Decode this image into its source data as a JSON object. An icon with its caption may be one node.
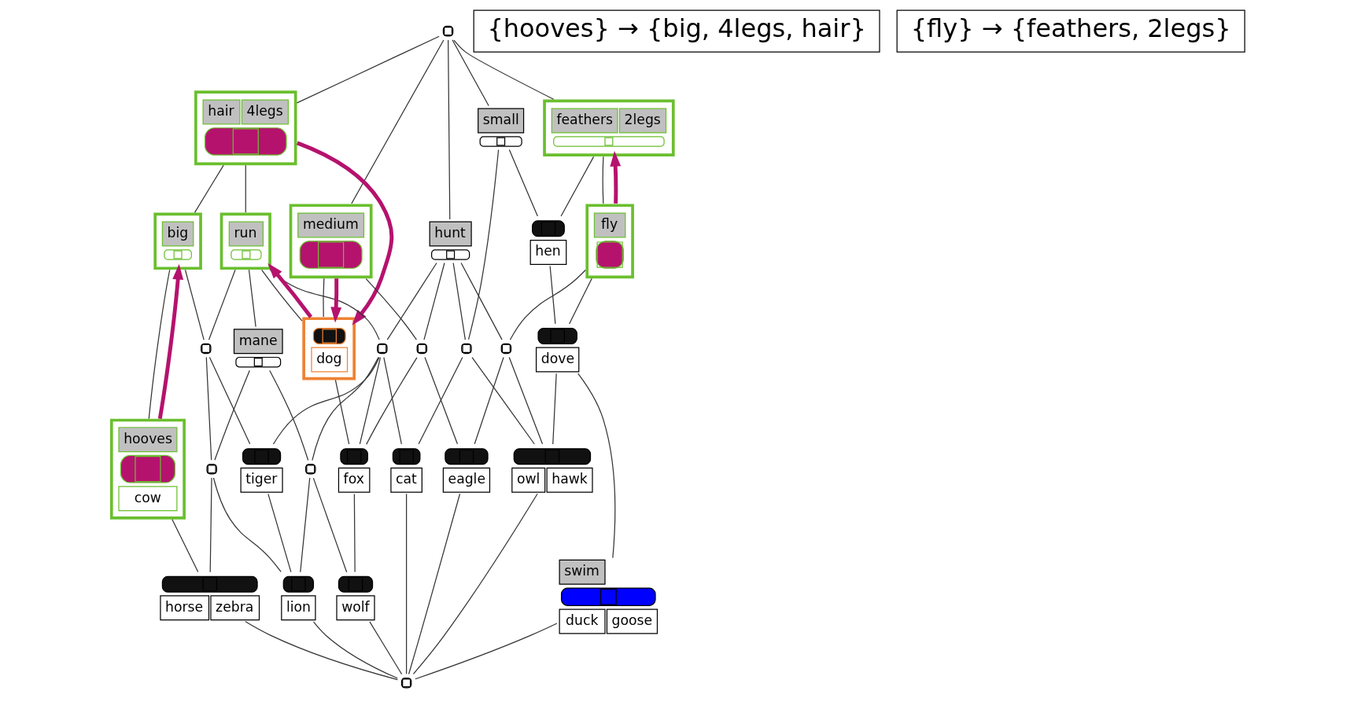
{
  "diagram": {
    "nodes": [
      {
        "text": [],
        "shape": "circle"
      },
      {
        "text": [
          "hair",
          "4legs"
        ]
      },
      {
        "text": [
          "big"
        ]
      },
      {
        "text": [
          "run"
        ]
      },
      {
        "text": [
          "medium"
        ]
      },
      {
        "text": [
          "hunt"
        ]
      },
      {
        "text": [
          "small"
        ]
      },
      {
        "text": [
          "feathers",
          "2legs"
        ]
      },
      {
        "text": [
          "mane"
        ]
      },
      {
        "text": [],
        "shape": "circle"
      },
      {
        "text": [],
        "shape": "circle"
      },
      {
        "text": [
          "dog"
        ]
      },
      {
        "text": [],
        "shape": "circle"
      },
      {
        "text": [
          "fly"
        ]
      },
      {
        "text": [
          "hen"
        ]
      },
      {
        "text": [
          "hooves",
          "cow"
        ]
      },
      {
        "text": [],
        "shape": "circle"
      },
      {
        "text": [
          "tiger"
        ]
      },
      {
        "text": [],
        "shape": "circle"
      },
      {
        "text": [
          "fox"
        ]
      },
      {
        "text": [],
        "shape": "circle"
      },
      {
        "text": [],
        "shape": "circle"
      },
      {
        "text": [
          "dove"
        ]
      },
      {
        "text": [
          "horse",
          "zebra"
        ]
      },
      {
        "text": [
          "lion"
        ]
      },
      {
        "text": [
          "wolf"
        ]
      },
      {
        "text": [
          "cat"
        ]
      },
      {
        "text": [
          "eagle"
        ]
      },
      {
        "text": [
          "owl",
          "hawk"
        ]
      },
      {
        "text": [
          "swim",
          "duck",
          "goose"
        ]
      },
      {
        "text": [],
        "shape": "circle"
      }
    ],
    "edges": [
      {
        "from": 0,
        "to": 1,
        "arrow": "none"
      },
      {
        "from": 0,
        "to": 4,
        "arrow": "none"
      },
      {
        "from": 0,
        "to": 5,
        "arrow": "none"
      },
      {
        "from": 0,
        "to": 6,
        "arrow": "none"
      },
      {
        "from": 0,
        "to": 7,
        "arrow": "none"
      },
      {
        "from": 1,
        "to": 2,
        "arrow": "none"
      },
      {
        "from": 1,
        "to": 3,
        "arrow": "none"
      },
      {
        "from": 2,
        "to": 9,
        "arrow": "none"
      },
      {
        "from": 2,
        "to": 15,
        "arrow": "none"
      },
      {
        "from": 3,
        "to": 9,
        "arrow": "none"
      },
      {
        "from": 3,
        "to": 8,
        "arrow": "none"
      },
      {
        "from": 3,
        "to": 10,
        "arrow": "none"
      },
      {
        "from": 3,
        "to": 11,
        "arrow": "none"
      },
      {
        "from": 4,
        "to": 11,
        "arrow": "none"
      },
      {
        "from": 4,
        "to": 12,
        "arrow": "none"
      },
      {
        "from": 5,
        "to": 10,
        "arrow": "none"
      },
      {
        "from": 5,
        "to": 12,
        "arrow": "none"
      },
      {
        "from": 5,
        "to": 20,
        "arrow": "none"
      },
      {
        "from": 5,
        "to": 21,
        "arrow": "none"
      },
      {
        "from": 6,
        "to": 20,
        "arrow": "none"
      },
      {
        "from": 6,
        "to": 14,
        "arrow": "none"
      },
      {
        "from": 7,
        "to": 13,
        "arrow": "none"
      },
      {
        "from": 7,
        "to": 14,
        "arrow": "none"
      },
      {
        "from": 8,
        "to": 16,
        "arrow": "none"
      },
      {
        "from": 8,
        "to": 18,
        "arrow": "none"
      },
      {
        "from": 9,
        "to": 16,
        "arrow": "none"
      },
      {
        "from": 9,
        "to": 17,
        "arrow": "none"
      },
      {
        "from": 10,
        "to": 17,
        "arrow": "none"
      },
      {
        "from": 10,
        "to": 18,
        "arrow": "none"
      },
      {
        "from": 10,
        "to": 26,
        "arrow": "none"
      },
      {
        "from": 10,
        "to": 19,
        "arrow": "none"
      },
      {
        "from": 11,
        "to": 19,
        "arrow": "none"
      },
      {
        "from": 12,
        "to": 19,
        "arrow": "none"
      },
      {
        "from": 12,
        "to": 27,
        "arrow": "none"
      },
      {
        "from": 13,
        "to": 22,
        "arrow": "none"
      },
      {
        "from": 13,
        "to": 21,
        "arrow": "none"
      },
      {
        "from": 14,
        "to": 22,
        "arrow": "none"
      },
      {
        "from": 15,
        "to": 23,
        "arrow": "none"
      },
      {
        "from": 16,
        "to": 23,
        "arrow": "none"
      },
      {
        "from": 16,
        "to": 24,
        "arrow": "none"
      },
      {
        "from": 17,
        "to": 24,
        "arrow": "none"
      },
      {
        "from": 18,
        "to": 24,
        "arrow": "none"
      },
      {
        "from": 18,
        "to": 25,
        "arrow": "none"
      },
      {
        "from": 19,
        "to": 25,
        "arrow": "none"
      },
      {
        "from": 20,
        "to": 26,
        "arrow": "none"
      },
      {
        "from": 20,
        "to": 28,
        "arrow": "none"
      },
      {
        "from": 21,
        "to": 27,
        "arrow": "none"
      },
      {
        "from": 21,
        "to": 28,
        "arrow": "none"
      },
      {
        "from": 22,
        "to": 28,
        "arrow": "none"
      },
      {
        "from": 22,
        "to": 29,
        "arrow": "none"
      },
      {
        "from": 23,
        "to": 30,
        "arrow": "none"
      },
      {
        "from": 24,
        "to": 30,
        "arrow": "none"
      },
      {
        "from": 25,
        "to": 30,
        "arrow": "none"
      },
      {
        "from": 26,
        "to": 30,
        "arrow": "none"
      },
      {
        "from": 27,
        "to": 30,
        "arrow": "none"
      },
      {
        "from": 28,
        "to": 30,
        "arrow": "none"
      },
      {
        "from": 29,
        "to": 30,
        "arrow": "none"
      },
      {
        "from": 15,
        "to": 2,
        "arrow": "to",
        "style": "thick",
        "color": "#b5126e"
      },
      {
        "from": 1,
        "to": 11,
        "arrow": "to",
        "style": "thick",
        "color": "#b5126e"
      },
      {
        "from": 4,
        "to": 11,
        "arrow": "to",
        "style": "thick",
        "color": "#b5126e"
      },
      {
        "from": 11,
        "to": 3,
        "arrow": "to",
        "style": "thick",
        "color": "#b5126e"
      },
      {
        "from": 13,
        "to": 7,
        "arrow": "to",
        "style": "thick",
        "color": "#b5126e"
      }
    ],
    "labels": [
      "{hooves} → {big, 4legs, hair}",
      "{fly} → {feathers, 2legs}"
    ]
  }
}
